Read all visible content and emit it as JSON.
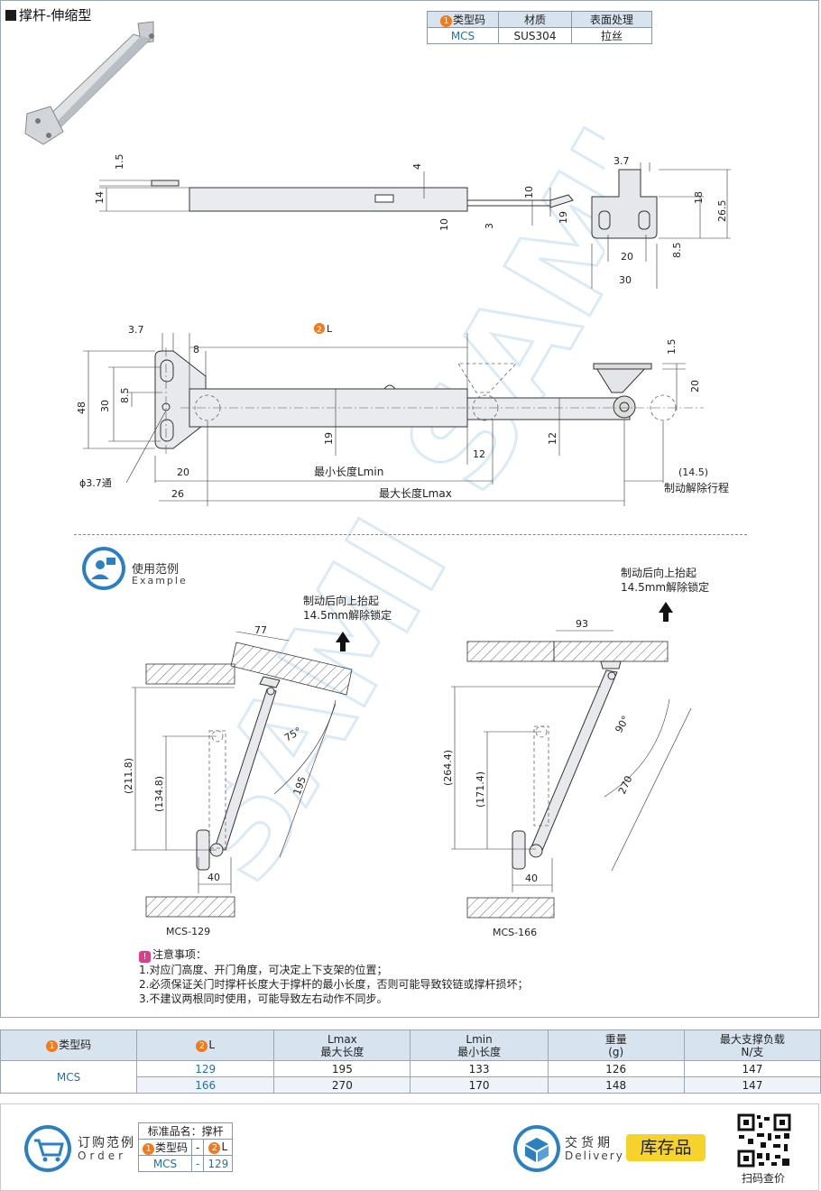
{
  "title": "撑杆-伸缩型",
  "material_table": {
    "headers": [
      "类型码",
      "材质",
      "表面处理"
    ],
    "row": [
      "MCS",
      "SUS304",
      "拉丝"
    ]
  },
  "badges": {
    "one": "1",
    "two": "2"
  },
  "dims_top": {
    "d1_5": "1.5",
    "d14": "14",
    "d4": "4",
    "d10a": "10",
    "d10b": "10",
    "d3": "3",
    "d19": "19",
    "d3_7": "3.7",
    "d18": "18",
    "d26_5": "26.5",
    "d20": "20",
    "d8_5": "8.5",
    "d30": "30"
  },
  "dims_mid": {
    "d3_7": "3.7",
    "L": "L",
    "d8": "8",
    "d48": "48",
    "d30": "30",
    "d8_5": "8.5",
    "d19": "19",
    "d12a": "12",
    "d12b": "12",
    "d1_5": "1.5",
    "d20": "20",
    "hole": "ϕ3.7通",
    "d20b": "20",
    "lmin": "最小长度Lmin",
    "d14_5": "(14.5)",
    "release": "制动解除行程",
    "d26": "26",
    "lmax": "最大长度Lmax"
  },
  "example": {
    "title": "使用范例",
    "subtitle": "Example"
  },
  "ex1": {
    "note": [
      "制动后向上抬起",
      "14.5mm解除锁定"
    ],
    "d77": "77",
    "angle": "75°",
    "d211": "(211.8)",
    "d134": "(134.8)",
    "d195": "195",
    "d40": "40",
    "model": "MCS-129"
  },
  "ex2": {
    "note": [
      "制动后向上抬起",
      "14.5mm解除锁定"
    ],
    "d93": "93",
    "angle": "90°",
    "d264": "(264.4)",
    "d171": "(171.4)",
    "d270": "270",
    "d40": "40",
    "model": "MCS-166"
  },
  "notes": {
    "title": "注意事项：",
    "items": [
      "1.对应门高度、开门角度，可决定上下支架的位置；",
      "2.必须保证关门时撑杆长度大于撑杆的最小长度，否则可能导致铰链或撑杆损坏；",
      "3.不建议两根同时使用，可能导致左右动作不同步。"
    ]
  },
  "spec_table": {
    "h_type": "类型码",
    "h_l": "L",
    "h_lmax": [
      "Lmax",
      "最大长度"
    ],
    "h_lmin": [
      "Lmin",
      "最小长度"
    ],
    "h_weight": [
      "重量",
      "(g)"
    ],
    "h_load": [
      "最大支撑负载",
      "N/支"
    ],
    "type": "MCS",
    "rows": [
      {
        "l": "129",
        "lmax": "195",
        "lmin": "133",
        "weight": "126",
        "load": "147"
      },
      {
        "l": "166",
        "lmax": "270",
        "lmin": "170",
        "weight": "148",
        "load": "147"
      }
    ]
  },
  "order": {
    "title": "订购范例",
    "subtitle": "Order",
    "std_name": "标准品名：撑杆",
    "h_type": "类型码",
    "h_dash": "-",
    "h_l": "L",
    "v_type": "MCS",
    "v_dash": "-",
    "v_l": "129"
  },
  "delivery": {
    "title": "交货期",
    "subtitle": "Delivery",
    "stock": "库存品"
  },
  "qr": {
    "label": "扫码查价"
  },
  "watermark": "SAMI",
  "colors": {
    "accent_blue": "#1f6fb8",
    "header_bg": "#d7e3ef",
    "badge_orange": "#f07a1c",
    "stock_yellow": "#f5d22c"
  }
}
